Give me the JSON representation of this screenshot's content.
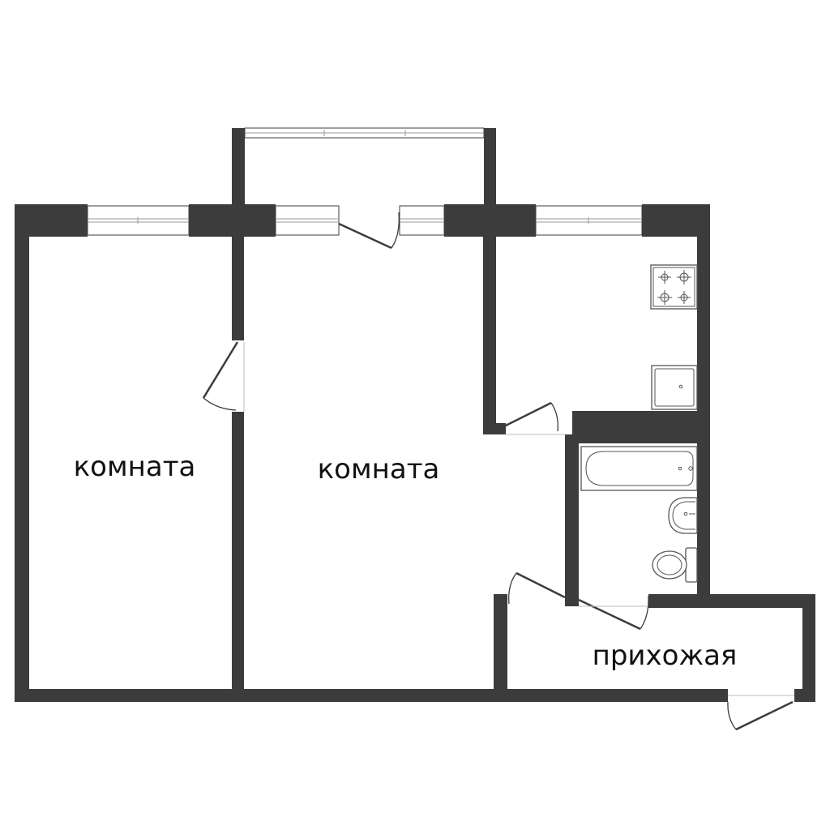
{
  "rooms": {
    "room1": {
      "label": "комната"
    },
    "room2": {
      "label": "комната"
    },
    "hallway": {
      "label": "прихожая"
    }
  },
  "colors": {
    "wall": "#3c3c3c",
    "background": "#ffffff",
    "text": "#111111"
  },
  "icons": {
    "stove": "stove-icon",
    "kitchen_sink": "kitchen-sink-icon",
    "bathtub": "bathtub-icon",
    "washbasin": "washbasin-icon",
    "toilet": "toilet-icon"
  }
}
